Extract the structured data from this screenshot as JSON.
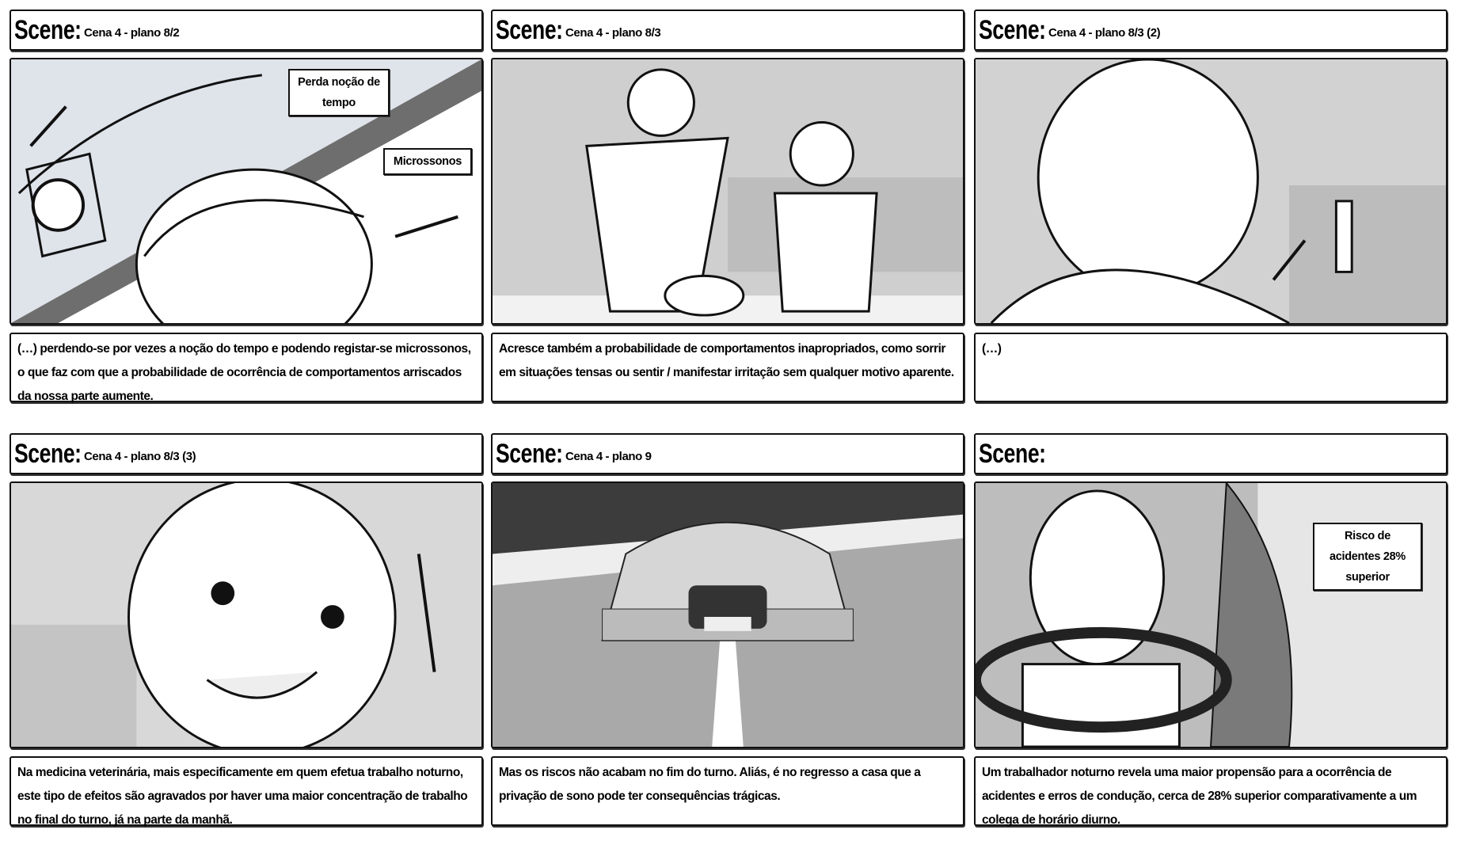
{
  "scene_label": "Scene:",
  "panels": [
    {
      "scene": "Cena 4 - plano 8/2",
      "caption": "(…) perdendo-se por vezes a noção do tempo e podendo registar-se microssonos, o que faz com que a probabilidade de ocorrência de comportamentos arriscados da nossa parte aumente.",
      "bubbles": [
        "Perda noção de tempo",
        "Microssonos"
      ]
    },
    {
      "scene": "Cena 4 - plano 8/3",
      "caption": "Acresce também a probabilidade de comportamentos inapropriados, como sorrir em situações tensas ou sentir / manifestar irritação sem qualquer motivo aparente.",
      "bubbles": []
    },
    {
      "scene": "Cena 4 - plano 8/3 (2)",
      "caption": "(…)",
      "bubbles": []
    },
    {
      "scene": "Cena 4 - plano 8/3 (3)",
      "caption": "Na medicina veterinária, mais especificamente em quem efetua trabalho noturno, este tipo de efeitos são agravados por haver uma maior concentração de trabalho no final do turno, já na parte da manhã.",
      "bubbles": []
    },
    {
      "scene": "Cena 4 - plano 9",
      "caption": "Mas os riscos não acabam no fim do turno. Aliás, é no regresso a casa que a privação de sono pode ter consequências trágicas.",
      "bubbles": []
    },
    {
      "scene": "",
      "caption": "Um trabalhador noturno revela uma maior propensão para a ocorrência de acidentes e erros de condução, cerca de 28% superior comparativamente a um colega de horário diurno.",
      "bubbles": [
        "Risco de acidentes 28% superior"
      ]
    }
  ]
}
